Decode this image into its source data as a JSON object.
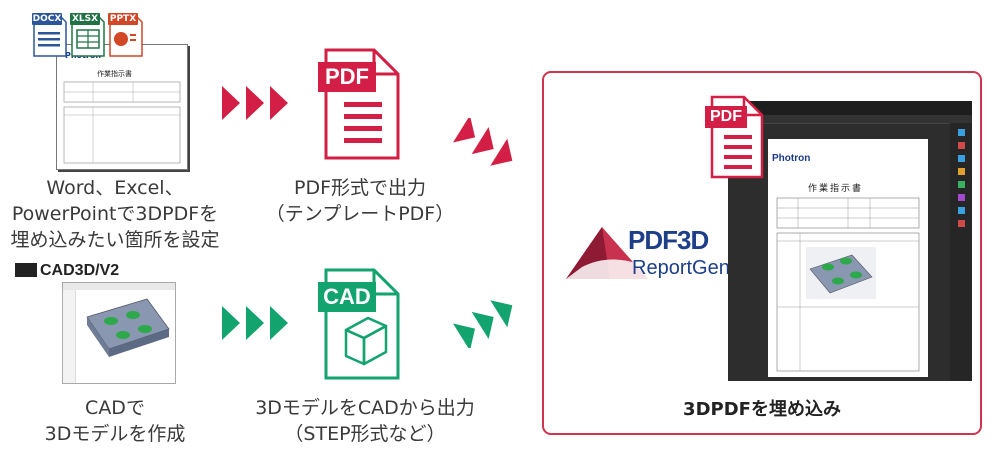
{
  "colors": {
    "red": "#d31f45",
    "green": "#12a36e",
    "frame": "#d0344e",
    "dark": "#2d2d2d"
  },
  "office": {
    "badges": [
      "DOCX",
      "XLSX",
      "PPTX"
    ],
    "doc_logo": "Photron",
    "doc_title": "作業指示書",
    "caption": [
      "Word、Excel、",
      "PowerPointで3DPDFを",
      "埋め込みたい箇所を設定"
    ]
  },
  "pdf_step": {
    "badge": "PDF",
    "caption": [
      "PDF形式で出力",
      "（テンプレートPDF）"
    ]
  },
  "cad_app": {
    "title": "CAD3D/V2",
    "caption": [
      "CADで",
      "3Dモデルを作成"
    ]
  },
  "cad_step": {
    "badge": "CAD",
    "caption": [
      "3DモデルをCADから出力",
      "（STEP形式など）"
    ]
  },
  "result": {
    "brand_top": "PDF3D",
    "brand_bottom": "ReportGen",
    "pdf_badge": "PDF",
    "doc_logo": "Photron",
    "doc_title": "作業指示書",
    "caption": "3DPDFを埋め込み"
  }
}
